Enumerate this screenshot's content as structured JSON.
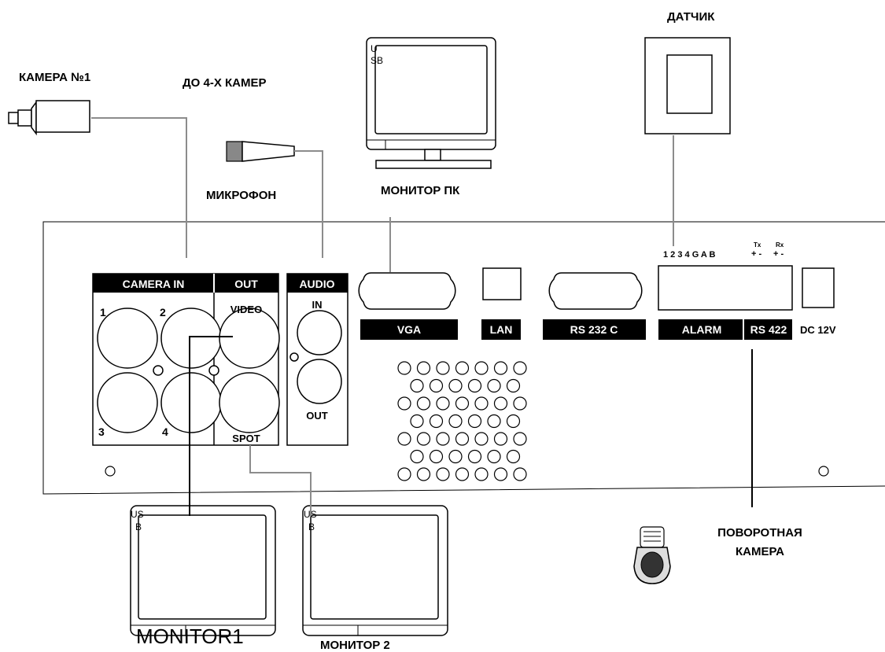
{
  "labels": {
    "camera1": "КАМЕРА №1",
    "up_to_4": "ДО 4-Х КАМЕР",
    "microphone": "МИКРОФОН",
    "pc_monitor": "МОНИТОР ПК",
    "sensor": "ДАТЧИК",
    "ptz_line1": "ПОВОРОТНАЯ",
    "ptz_line2": "КАМЕРА",
    "monitor1": "MONITOR1",
    "monitor2": "МОНИТОР 2",
    "usb_glyph_a": "U",
    "usb_glyph_b": "SB",
    "usb_glyph_c": "US",
    "usb_glyph_d": "B"
  },
  "panel": {
    "camera_in": "CAMERA IN",
    "out": "OUT",
    "audio": "AUDIO",
    "video": "VIDEO",
    "spot": "SPOT",
    "audio_in": "IN",
    "audio_out": "OUT",
    "ch1": "1",
    "ch2": "2",
    "ch3": "3",
    "ch4": "4",
    "vga": "VGA",
    "lan": "LAN",
    "rs232": "RS 232 C",
    "alarm": "ALARM",
    "rs422": "RS 422",
    "dc": "DC 12V",
    "terminals": "1  2  3  4  G  A  B",
    "tx": "Tx",
    "rx": "Rx",
    "pm1": "+ -",
    "pm2": "+ -"
  }
}
